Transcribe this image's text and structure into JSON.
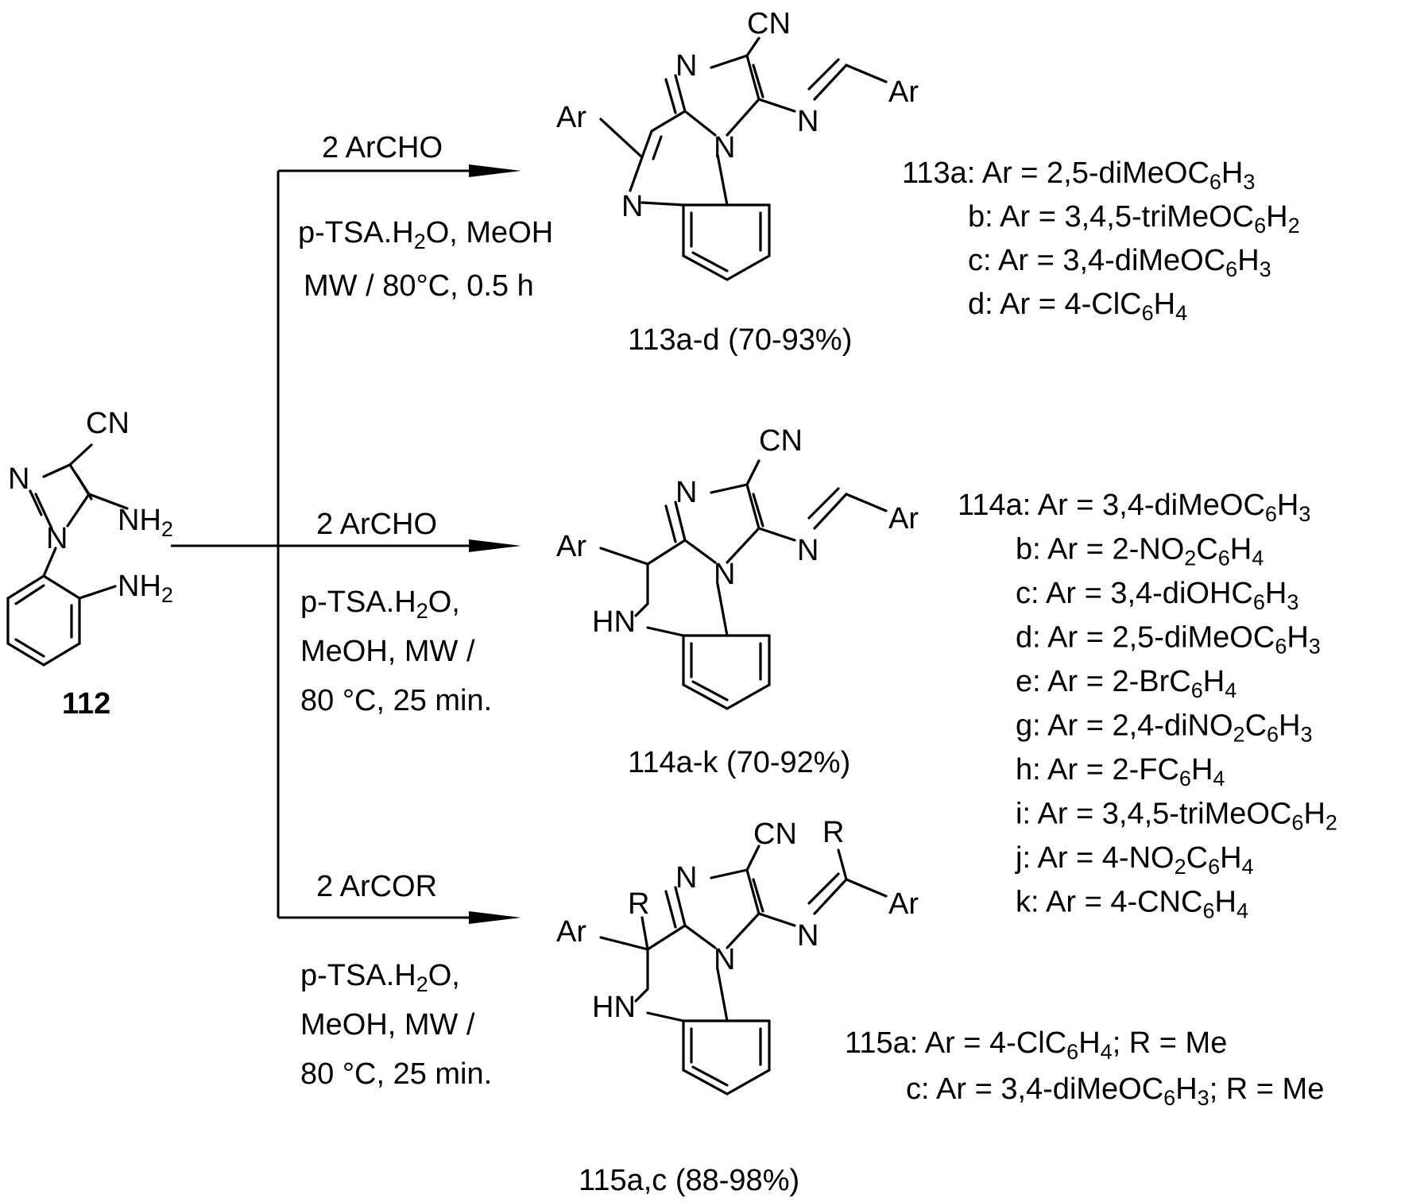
{
  "colors": {
    "ink": "#000000",
    "background": "#ffffff"
  },
  "start": {
    "id": "112",
    "atoms": {
      "cn": "CN",
      "n_ring": "N",
      "n_sub": "N",
      "nh2_a": "NH",
      "nh2_b": "NH",
      "h2_sub": "2"
    }
  },
  "reactions": [
    {
      "reagent": "2 ArCHO",
      "cond1_a": "p-TSA.H",
      "cond1_sub": "2",
      "cond1_b": "O, MeOH",
      "cond2": "MW / 80°C, 0.5 h"
    },
    {
      "reagent": "2 ArCHO",
      "cond1_a": "p-TSA.H",
      "cond1_sub": "2",
      "cond1_b": "O,",
      "cond2": "MeOH, MW /",
      "cond3": "80 °C, 25 min."
    },
    {
      "reagent": "2 ArCOR",
      "cond1_a": "p-TSA.H",
      "cond1_sub": "2",
      "cond1_b": "O,",
      "cond2": "MeOH, MW /",
      "cond3": "80 °C, 25 min."
    }
  ],
  "products": [
    {
      "id": "113a-d",
      "yield": "(70-93%)",
      "atoms": {
        "cn": "CN",
        "n_top": "N",
        "n_bridge": "N",
        "n_imine": "N",
        "ar_left": "Ar",
        "ar_right": "Ar",
        "n_low": "N"
      },
      "substituents": [
        {
          "label": "113a",
          "text": ": Ar = 2,5-diMeOC",
          "sub1": "6",
          "mid": "H",
          "sub2": "3",
          "tail": ""
        },
        {
          "label": "b",
          "text": ": Ar = 3,4,5-triMeOC",
          "sub1": "6",
          "mid": "H",
          "sub2": "2",
          "tail": ""
        },
        {
          "label": "c",
          "text": ": Ar = 3,4-diMeOC",
          "sub1": "6",
          "mid": "H",
          "sub2": "3",
          "tail": ""
        },
        {
          "label": "d",
          "text": ": Ar = 4-ClC",
          "sub1": "6",
          "mid": "H",
          "sub2": "4",
          "tail": ""
        }
      ]
    },
    {
      "id": "114a-k",
      "yield": "(70-92%)",
      "atoms": {
        "cn": "CN",
        "n_top": "N",
        "n_bridge": "N",
        "n_imine": "N",
        "ar_left": "Ar",
        "ar_right": "Ar",
        "hn": "HN"
      },
      "substituents": [
        {
          "label": "114a",
          "text": ": Ar = 3,4-diMeOC",
          "sub1": "6",
          "mid": "H",
          "sub2": "3"
        },
        {
          "label": "b",
          "text": ": Ar = 2-NO",
          "sub1": "2",
          "mid": "C",
          "sub2": "6",
          "mid2": "H",
          "sub3": "4"
        },
        {
          "label": "c",
          "text": ": Ar = 3,4-diOHC",
          "sub1": "6",
          "mid": "H",
          "sub2": "3"
        },
        {
          "label": "d",
          "text": ": Ar = 2,5-diMeOC",
          "sub1": "6",
          "mid": "H",
          "sub2": "3"
        },
        {
          "label": "e",
          "text": ": Ar = 2-BrC",
          "sub1": "6",
          "mid": "H",
          "sub2": "4"
        },
        {
          "label": "g",
          "text": ": Ar = 2,4-diNO",
          "sub1": "2",
          "mid": "C",
          "sub2": "6",
          "mid2": "H",
          "sub3": "3"
        },
        {
          "label": "h",
          "text": ": Ar = 2-FC",
          "sub1": "6",
          "mid": "H",
          "sub2": "4"
        },
        {
          "label": "i",
          "text": ": Ar = 3,4,5-triMeOC",
          "sub1": "6",
          "mid": "H",
          "sub2": "2"
        },
        {
          "label": "j",
          "text": ": Ar = 4-NO",
          "sub1": "2",
          "mid": "C",
          "sub2": "6",
          "mid2": "H",
          "sub3": "4"
        },
        {
          "label": "k",
          "text": ": Ar = 4-CNC",
          "sub1": "6",
          "mid": "H",
          "sub2": "4"
        }
      ]
    },
    {
      "id": "115a,c",
      "yield": "(88-98%)",
      "atoms": {
        "cn": "CN",
        "n_top": "N",
        "n_bridge": "N",
        "n_imine": "N",
        "ar_left": "Ar",
        "ar_right": "Ar",
        "hn": "HN",
        "r_left": "R",
        "r_right": "R"
      },
      "substituents": [
        {
          "label": "115a",
          "text": ": Ar = 4-ClC",
          "sub1": "6",
          "mid": "H",
          "sub2": "4",
          "tail": "; R = Me"
        },
        {
          "label": "c",
          "text": ": Ar = 3,4-diMeOC",
          "sub1": "6",
          "mid": "H",
          "sub2": "3",
          "tail": "; R = Me"
        }
      ]
    }
  ]
}
